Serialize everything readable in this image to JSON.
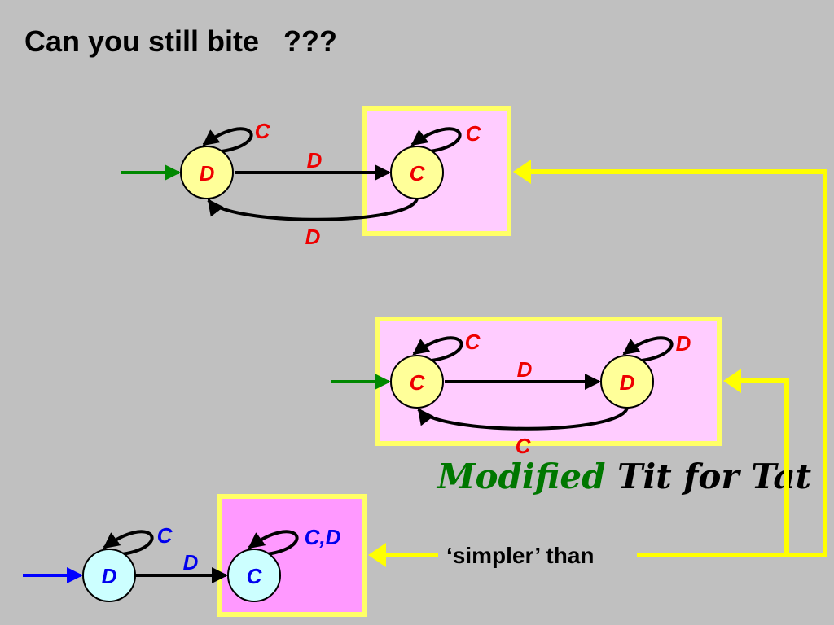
{
  "title": "Can you still bite   ???",
  "colors": {
    "background": "#c0c0c0",
    "box_fill_light": "#ffccff",
    "box_fill_dark": "#ff99ff",
    "box_border": "#ffff66",
    "state_fill": "#ffff99",
    "state_fill_blue": "#ccffff",
    "label_red": "#ee0000",
    "label_blue": "#0000ee",
    "start_green": "#008800",
    "start_blue": "#0000ff",
    "modified_green": "#007700"
  },
  "machine1": {
    "state_d": "D",
    "state_c": "C",
    "loop_d": "C",
    "loop_c": "C",
    "edge_d_to_c": "D",
    "edge_c_to_d": "D"
  },
  "machine2": {
    "state_c": "C",
    "state_d": "D",
    "loop_c": "C",
    "loop_d": "D",
    "edge_c_to_d": "D",
    "edge_d_to_c": "C"
  },
  "machine3": {
    "state_d": "D",
    "state_c": "C",
    "loop_d": "C",
    "loop_c": "C,D",
    "edge_d_to_c": "D"
  },
  "caption": {
    "modified": "Modified",
    "tit_for_tat": "Tit for Tat"
  },
  "simpler_than": "‘simpler’ than"
}
